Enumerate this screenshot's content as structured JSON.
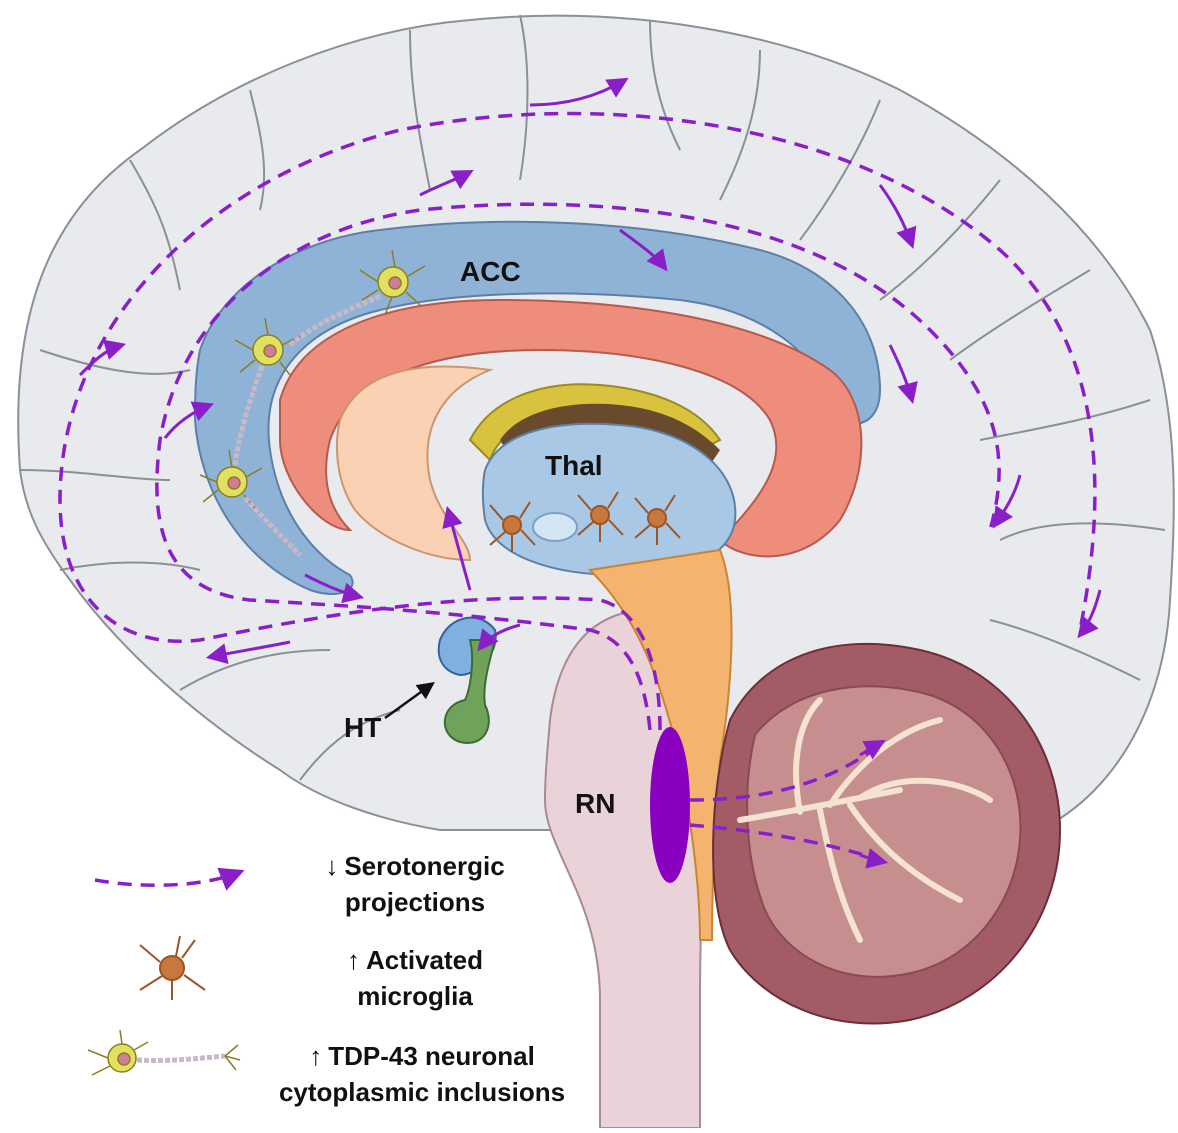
{
  "labels": {
    "acc": "ACC",
    "thal": "Thal",
    "ht": "HT",
    "rn": "RN"
  },
  "legend": {
    "serotonergic_arrow": "↓",
    "serotonergic_line1": "Serotonergic",
    "serotonergic_line2": "projections",
    "microglia_arrow": "↑",
    "microglia_line1": "Activated",
    "microglia_line2": "microglia",
    "tdp_arrow": "↑",
    "tdp_line1": "TDP-43 neuronal",
    "tdp_line2": "cytoplasmic inclusions"
  },
  "colors": {
    "cortex": "#e9eaee",
    "cortex_stroke": "#8b8f97",
    "acc": "#8fb3d6",
    "corpus_callosum": "#ee8d7c",
    "thalamus": "#a9c8e6",
    "brainstem": "#ead3d8",
    "raphe_nuclei": "#8a00c0",
    "cerebellum": "#a35c66",
    "projection": "#8a1fc9",
    "microglia": "#c8773e",
    "neuron": "#d8d655",
    "hypothalamus": "#6fa25a"
  }
}
